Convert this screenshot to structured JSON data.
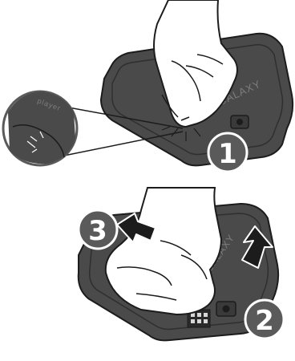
{
  "figure": {
    "steps": [
      {
        "number": "1",
        "icon": "step-1-badge-icon"
      },
      {
        "number": "2",
        "icon": "step-2-badge-icon"
      },
      {
        "number": "3",
        "icon": "step-3-badge-icon"
      }
    ],
    "device": {
      "brand_text": "GALAXY",
      "model_text": "player"
    },
    "icons": [
      "hand-icon",
      "phone-back-cover-icon",
      "zoom-callout-icon",
      "arrow-up-icon",
      "arrow-left-icon",
      "battery-contacts-icon",
      "camera-lens-icon"
    ],
    "colors": {
      "badge": "#5a5a5a",
      "cover": "#4a4a4a",
      "cover_edge": "#2f2f2f",
      "outline": "#1c1c1c",
      "skin": "#ffffff"
    }
  }
}
